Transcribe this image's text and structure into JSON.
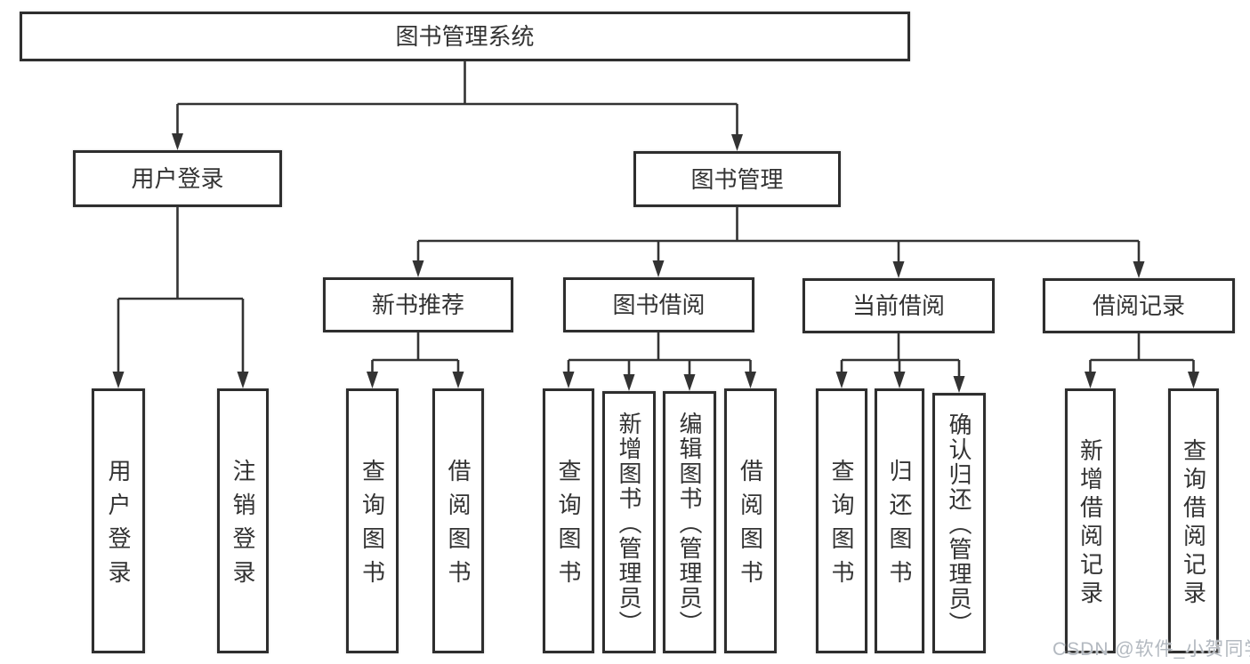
{
  "diagram_title": "图书管理系统",
  "colors": {
    "line": "#333333",
    "border": "#2e2e2e",
    "text": "#333333",
    "background": "#ffffff",
    "watermark": "#b3b9c0"
  },
  "nodes": {
    "root": {
      "label": "图书管理系统"
    },
    "user_login": {
      "label": "用户登录"
    },
    "book_mgmt": {
      "label": "图书管理"
    },
    "new_books": {
      "label": "新书推荐"
    },
    "book_borrow": {
      "label": "图书借阅"
    },
    "current_borrow": {
      "label": "当前借阅"
    },
    "borrow_records": {
      "label": "借阅记录"
    },
    "user_login_leaf": {
      "label": "用户登录"
    },
    "logout": {
      "label": "注销登录"
    },
    "nb_query_books": {
      "label": "查询图书"
    },
    "nb_borrow_books": {
      "label": "借阅图书"
    },
    "bb_query_books": {
      "label": "查询图书"
    },
    "bb_add_books": {
      "label": "新增图书（管理员）"
    },
    "bb_edit_books": {
      "label": "编辑图书（管理员）"
    },
    "bb_borrow_books": {
      "label": "借阅图书"
    },
    "cb_query_books": {
      "label": "查询图书"
    },
    "cb_return_books": {
      "label": "归还图书"
    },
    "cb_confirm_return": {
      "label": "确认归还（管理员）"
    },
    "br_add_record": {
      "label": "新增借阅记录"
    },
    "br_query_record": {
      "label": "查询借阅记录"
    }
  },
  "watermark": {
    "text": "CSDN @软件_小贺同学"
  }
}
